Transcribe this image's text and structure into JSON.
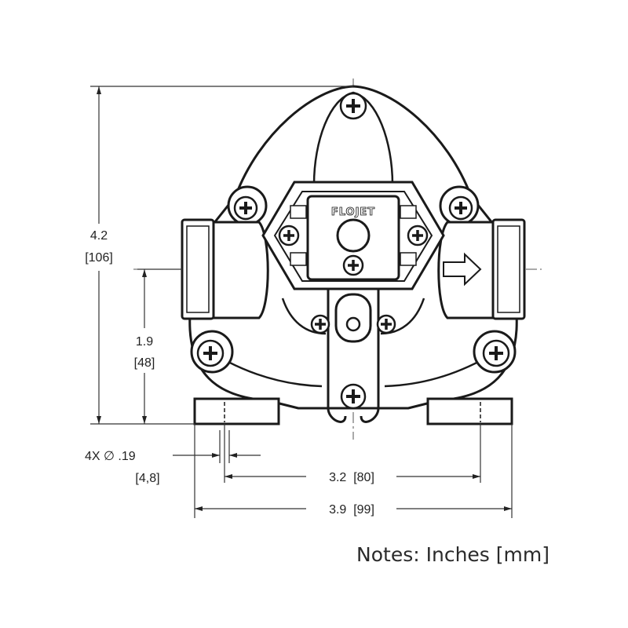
{
  "brand_label": "FLOJET",
  "dimensions": {
    "overall_height": {
      "inch": "4.2",
      "mm": "[106]"
    },
    "port_height": {
      "inch": "1.9",
      "mm": "[48]"
    },
    "mount_hole": {
      "label": "4X ∅ .19",
      "mm": "[4,8]"
    },
    "hole_spacing": {
      "label": "3.2  [80]"
    },
    "overall_width": {
      "label": "3.9  [99]"
    }
  },
  "notes": "Notes: Inches [mm]",
  "colors": {
    "line": "#1a1a1a",
    "dim_line": "#333333",
    "center_line": "#555555"
  }
}
